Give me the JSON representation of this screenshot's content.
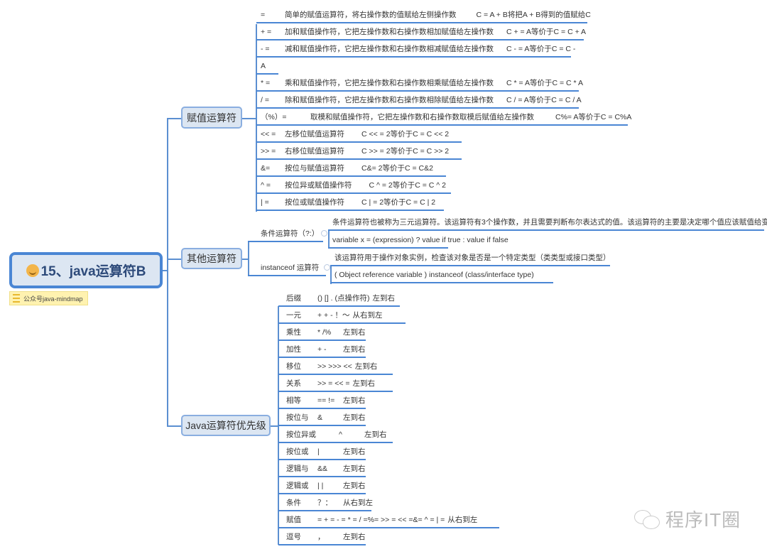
{
  "root": {
    "title": "15、java运算符B",
    "note": "公众号java-mindmap"
  },
  "branches": {
    "assign": "赋值运算符",
    "other": "其他运算符",
    "priority": "Java运算符优先级"
  },
  "assign_items": [
    {
      "op": "=",
      "desc": "简单的赋值运算符，将右操作数的值赋给左侧操作数",
      "example": "C = A + B将把A + B得到的值赋给C"
    },
    {
      "op": "+ =",
      "desc": "加和赋值操作符，它把左操作数和右操作数相加赋值给左操作数",
      "example": "C + = A等价于C = C + A"
    },
    {
      "op": "- =",
      "desc": "减和赋值操作符，它把左操作数和右操作数相减赋值给左操作数",
      "example": "C - = A等价于C = C -"
    },
    {
      "op": "A",
      "desc": "",
      "example": ""
    },
    {
      "op": "* =",
      "desc": "乘和赋值操作符，它把左操作数和右操作数相乘赋值给左操作数",
      "example": "C * = A等价于C = C * A"
    },
    {
      "op": "/ =",
      "desc": "除和赋值操作符，它把左操作数和右操作数相除赋值给左操作数",
      "example": "C / = A等价于C = C / A"
    },
    {
      "op": "（%）=",
      "desc": "取模和赋值操作符，它把左操作数和右操作数取模后赋值给左操作数",
      "example": "C%= A等价于C = C%A"
    },
    {
      "op": "<< =",
      "desc": "左移位赋值运算符",
      "example": "C << = 2等价于C = C << 2"
    },
    {
      "op": ">> =",
      "desc": "右移位赋值运算符",
      "example": "C >> = 2等价于C = C >> 2"
    },
    {
      "op": "&=",
      "desc": "按位与赋值运算符",
      "example": "C&= 2等价于C = C&2"
    },
    {
      "op": "^ =",
      "desc": "按位异或赋值操作符",
      "example": "C ^ = 2等价于C = C ^ 2"
    },
    {
      "op": "| =",
      "desc": "按位或赋值操作符",
      "example": "C | = 2等价于C = C | 2"
    }
  ],
  "other_items": [
    {
      "label": "条件运算符（?:）",
      "children": [
        "条件运算符也被称为三元运算符。该运算符有3个操作数，并且需要判断布尔表达式的值。该运算符的主要是决定哪个值应该赋值给变量",
        "variable x = (expression) ? value if true : value if false"
      ]
    },
    {
      "label": "instanceof 运算符",
      "children": [
        "该运算符用于操作对象实例，检查该对象是否是一个特定类型（类类型或接口类型）",
        "( Object reference variable ) instanceof  (class/interface type)"
      ]
    }
  ],
  "priority_items": [
    {
      "cat": "后缀",
      "ops": "() [] . (点操作符)",
      "dir": "左到右"
    },
    {
      "cat": "一元",
      "ops": "+ + - ！〜",
      "dir": "从右到左"
    },
    {
      "cat": "乘性",
      "ops": "* /%",
      "dir": "左到右"
    },
    {
      "cat": "加性",
      "ops": "+ -",
      "dir": "左到右"
    },
    {
      "cat": "移位",
      "ops": ">> >>>  <<",
      "dir": "左到右"
    },
    {
      "cat": "关系",
      "ops": ">> = << =",
      "dir": "左到右"
    },
    {
      "cat": "相等",
      "ops": "==  !=",
      "dir": "左到右"
    },
    {
      "cat": "按位与",
      "ops": "&",
      "dir": "左到右"
    },
    {
      "cat": "按位异或",
      "ops": "^",
      "dir": "左到右"
    },
    {
      "cat": "按位或",
      "ops": "|",
      "dir": "左到右"
    },
    {
      "cat": "逻辑与",
      "ops": "&&",
      "dir": "左到右"
    },
    {
      "cat": "逻辑或",
      "ops": "| |",
      "dir": "左到右"
    },
    {
      "cat": "条件",
      "ops": "？：",
      "dir": "从右到左"
    },
    {
      "cat": "赋值",
      "ops": "= + = - = * = / =%= >> = << =&= ^ = | =",
      "dir": "从右到左"
    },
    {
      "cat": "逗号",
      "ops": "，",
      "dir": "左到右"
    }
  ],
  "watermark": "程序IT圈",
  "colors": {
    "line": "#4a86d4",
    "node_fill": "#dce6f2",
    "root_border": "#4a86d4"
  }
}
